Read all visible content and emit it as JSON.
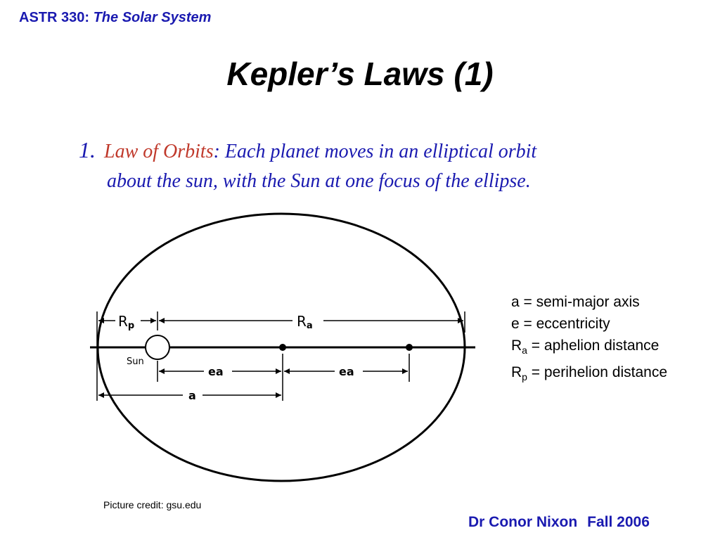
{
  "header": {
    "course": "ASTR 330:",
    "subtitle": "The Solar System"
  },
  "title": "Kepler’s Laws (1)",
  "law": {
    "number": "1.",
    "name": "Law of Orbits",
    "text_line1": ": Each planet moves in an elliptical orbit",
    "text_line2": "about the sun, with the Sun at one focus of the ellipse."
  },
  "diagram": {
    "rp_label": "R",
    "rp_sub": "p",
    "ra_label": "R",
    "ra_sub": "a",
    "sun_label": "Sun",
    "ea_label_1": "ea",
    "ea_label_2": "ea",
    "a_label": "a"
  },
  "legend": [
    {
      "sym": "a",
      "sub": "",
      "desc": " = semi-major axis"
    },
    {
      "sym": "e",
      "sub": "",
      "desc": " = eccentricity"
    },
    {
      "sym": "R",
      "sub": "a",
      "desc": " = aphelion distance"
    },
    {
      "sym": "R",
      "sub": "p",
      "desc": " = perihelion distance"
    }
  ],
  "credit": "Picture credit: gsu.edu",
  "footer": {
    "author": "Dr Conor Nixon",
    "term": "Fall 2006"
  }
}
